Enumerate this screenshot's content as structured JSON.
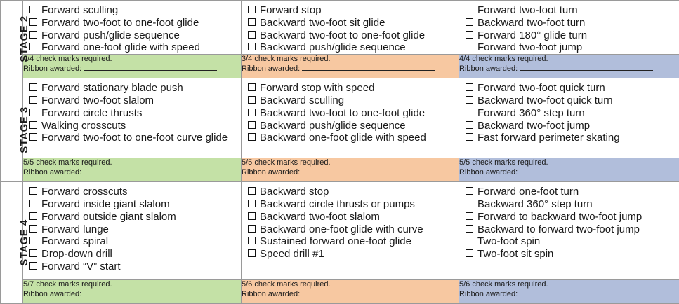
{
  "colors": {
    "green": "#c4e1a6",
    "orange": "#f7c8a1",
    "blue": "#b1bedb"
  },
  "ribbon_label": "Ribbon awarded:",
  "stages": [
    {
      "label": "STAGE 2",
      "columns": [
        {
          "skills": [
            "Forward sculling",
            "Forward two-foot to one-foot glide",
            "Forward push/glide sequence",
            "Forward one-foot glide with speed"
          ],
          "requirement": "4/4 check marks required."
        },
        {
          "skills": [
            "Forward stop",
            "Backward two-foot sit glide",
            "Backward two-foot to one-foot glide",
            "Backward push/glide sequence"
          ],
          "requirement": "3/4 check marks required."
        },
        {
          "skills": [
            "Forward two-foot turn",
            "Backward two-foot turn",
            "Forward 180°  glide turn",
            "Forward two-foot jump"
          ],
          "requirement": "4/4 check marks required."
        }
      ]
    },
    {
      "label": "STAGE 3",
      "columns": [
        {
          "skills": [
            "Forward stationary blade push",
            "Forward two-foot slalom",
            "Forward circle thrusts",
            "Walking crosscuts",
            "Forward two-foot to one-foot curve glide"
          ],
          "requirement": "5/5 check marks required."
        },
        {
          "skills": [
            "Forward stop with speed",
            "Backward sculling",
            "Backward two-foot to one-foot glide",
            "Backward push/glide sequence",
            "Backward one-foot glide with speed"
          ],
          "requirement": "5/5 check marks required."
        },
        {
          "skills": [
            "Forward two-foot quick turn",
            "Backward two-foot quick turn",
            "Forward 360° step turn",
            "Backward two-foot jump",
            "Fast forward perimeter skating"
          ],
          "requirement": "5/5 check marks required."
        }
      ]
    },
    {
      "label": "STAGE 4",
      "columns": [
        {
          "skills": [
            "Forward crosscuts",
            "Forward inside giant slalom",
            "Forward outside giant slalom",
            "Forward lunge",
            "Forward spiral",
            "Drop-down drill",
            "Forward “V” start"
          ],
          "requirement": "5/7 check marks required."
        },
        {
          "skills": [
            "Backward stop",
            "Backward circle thrusts or pumps",
            "Backward two-foot slalom",
            "Backward one-foot glide with curve",
            "Sustained forward one-foot glide",
            "Speed drill #1"
          ],
          "requirement": "5/6 check marks required."
        },
        {
          "skills": [
            "Forward one-foot turn",
            "Backward 360° step turn",
            "Forward to backward two-foot jump",
            "Backward to forward two-foot jump",
            "Two-foot spin",
            "Two-foot sit spin"
          ],
          "requirement": "5/6 check marks required."
        }
      ]
    }
  ]
}
